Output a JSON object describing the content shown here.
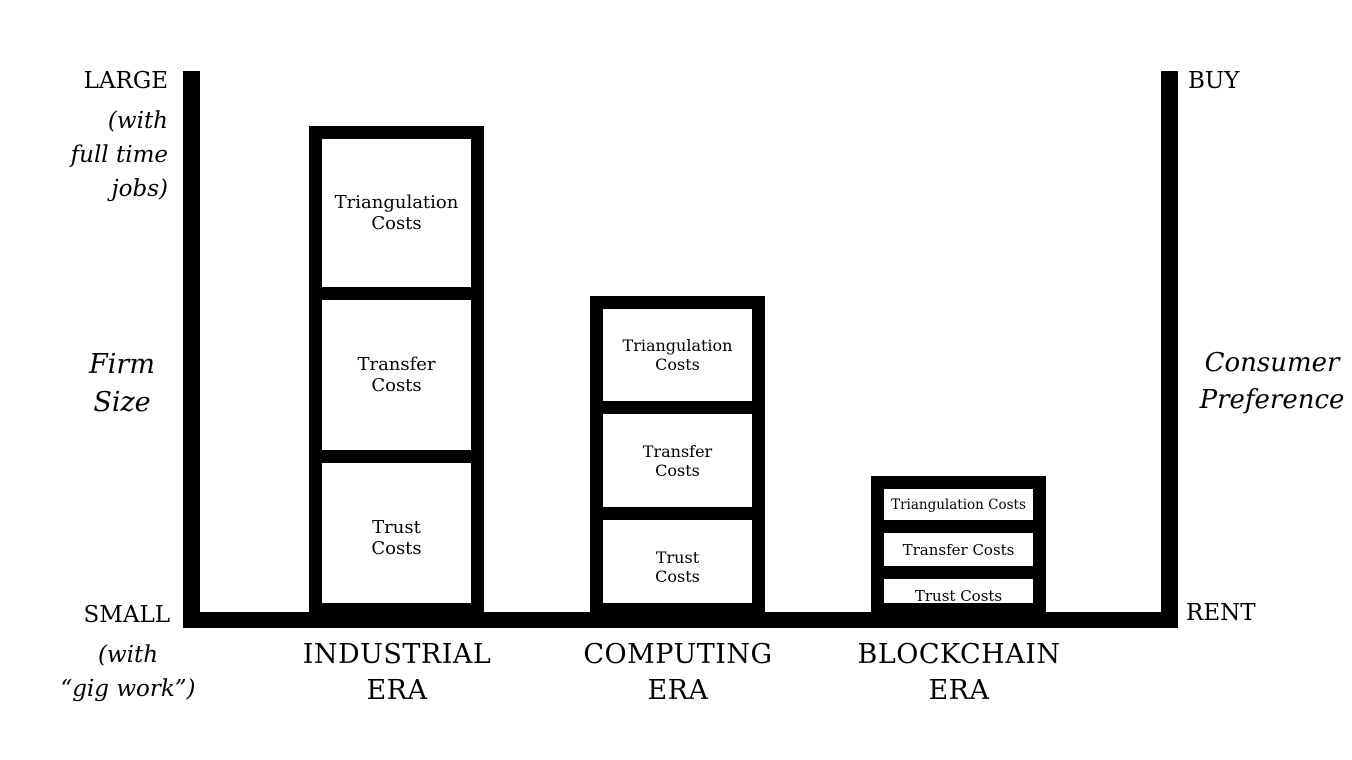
{
  "left_axis": {
    "top_label": "LARGE",
    "top_sub": [
      "(with",
      "full time",
      "jobs)"
    ],
    "title": [
      "Firm",
      "Size"
    ],
    "bottom_label": "SMALL",
    "bottom_sub": [
      "(with",
      "“gig work”)"
    ]
  },
  "right_axis": {
    "top_label": "BUY",
    "title": [
      "Consumer",
      "Preference"
    ],
    "bottom_label": "RENT"
  },
  "eras": [
    {
      "name": [
        "INDUSTRIAL",
        "ERA"
      ],
      "costs": [
        [
          "Triangulation",
          "Costs"
        ],
        [
          "Transfer",
          "Costs"
        ],
        [
          "Trust",
          "Costs"
        ]
      ]
    },
    {
      "name": [
        "COMPUTING",
        "ERA"
      ],
      "costs": [
        [
          "Triangulation",
          "Costs"
        ],
        [
          "Transfer",
          "Costs"
        ],
        [
          "Trust",
          "Costs"
        ]
      ]
    },
    {
      "name": [
        "BLOCKCHAIN",
        "ERA"
      ],
      "costs": [
        [
          "Triangulation Costs"
        ],
        [
          "Transfer Costs"
        ],
        [
          "Trust Costs"
        ]
      ]
    }
  ]
}
